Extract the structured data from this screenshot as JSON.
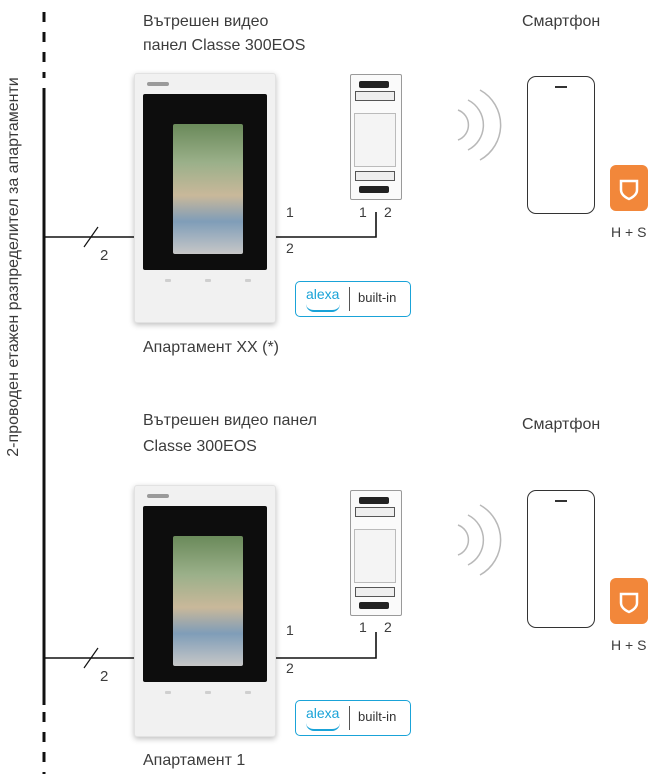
{
  "bus_label": "2-проводен етажен разпределител за апартаменти",
  "units": [
    {
      "panel_title_line1": "Вътрешен видео",
      "panel_title_line2": "панел Classe 300EOS",
      "smartphone_label": "Смартфон",
      "app_label": "H + S",
      "wire_count": "2",
      "terminal_a": "1",
      "terminal_b": "2",
      "module_terminal_a": "1",
      "module_terminal_b": "2",
      "alexa_word": "alexa",
      "alexa_builtin": "built-in",
      "apartment_label": "Апартамент  XX (*)"
    },
    {
      "panel_title_line1": "Вътрешен видео панел",
      "panel_title_line2": "Classe 300EOS",
      "smartphone_label": "Смартфон",
      "app_label": "H + S",
      "wire_count": "2",
      "terminal_a": "1",
      "terminal_b": "2",
      "module_terminal_a": "1",
      "module_terminal_b": "2",
      "alexa_word": "alexa",
      "alexa_builtin": "built-in",
      "apartment_label": "Апартамент 1"
    }
  ],
  "colors": {
    "accent_app": "#f2873a",
    "alexa_blue": "#1aa3d8",
    "wire": "#111111"
  }
}
